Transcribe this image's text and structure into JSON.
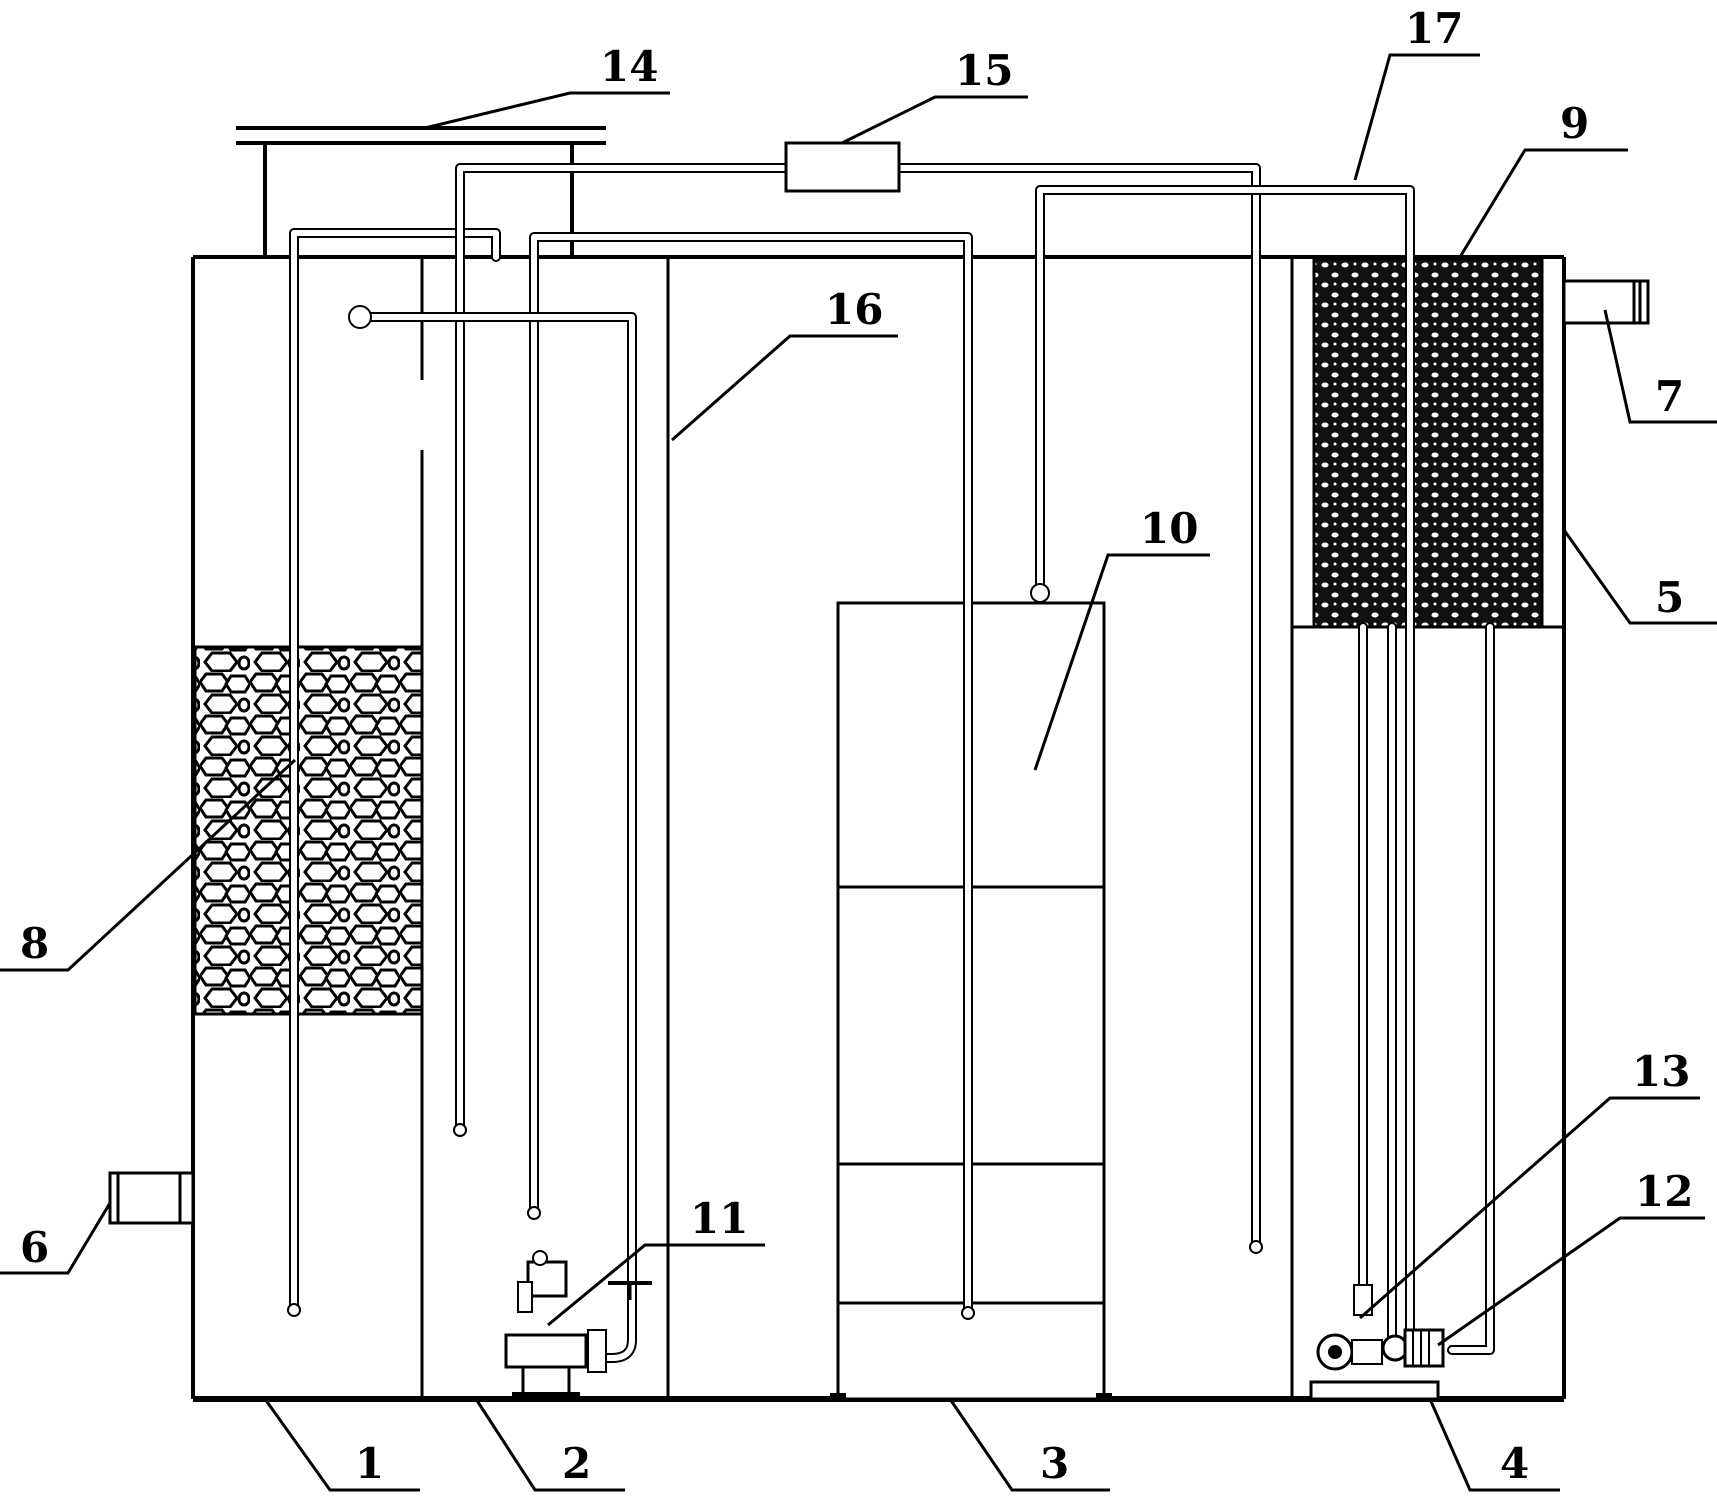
{
  "diagram": {
    "labels": [
      {
        "id": "1",
        "text": "1"
      },
      {
        "id": "2",
        "text": "2"
      },
      {
        "id": "3",
        "text": "3"
      },
      {
        "id": "4",
        "text": "4"
      },
      {
        "id": "5",
        "text": "5"
      },
      {
        "id": "6",
        "text": "6"
      },
      {
        "id": "7",
        "text": "7"
      },
      {
        "id": "8",
        "text": "8"
      },
      {
        "id": "9",
        "text": "9"
      },
      {
        "id": "10",
        "text": "10"
      },
      {
        "id": "11",
        "text": "11"
      },
      {
        "id": "12",
        "text": "12"
      },
      {
        "id": "13",
        "text": "13"
      },
      {
        "id": "14",
        "text": "14"
      },
      {
        "id": "15",
        "text": "15"
      },
      {
        "id": "16",
        "text": "16"
      },
      {
        "id": "17",
        "text": "17"
      }
    ]
  }
}
